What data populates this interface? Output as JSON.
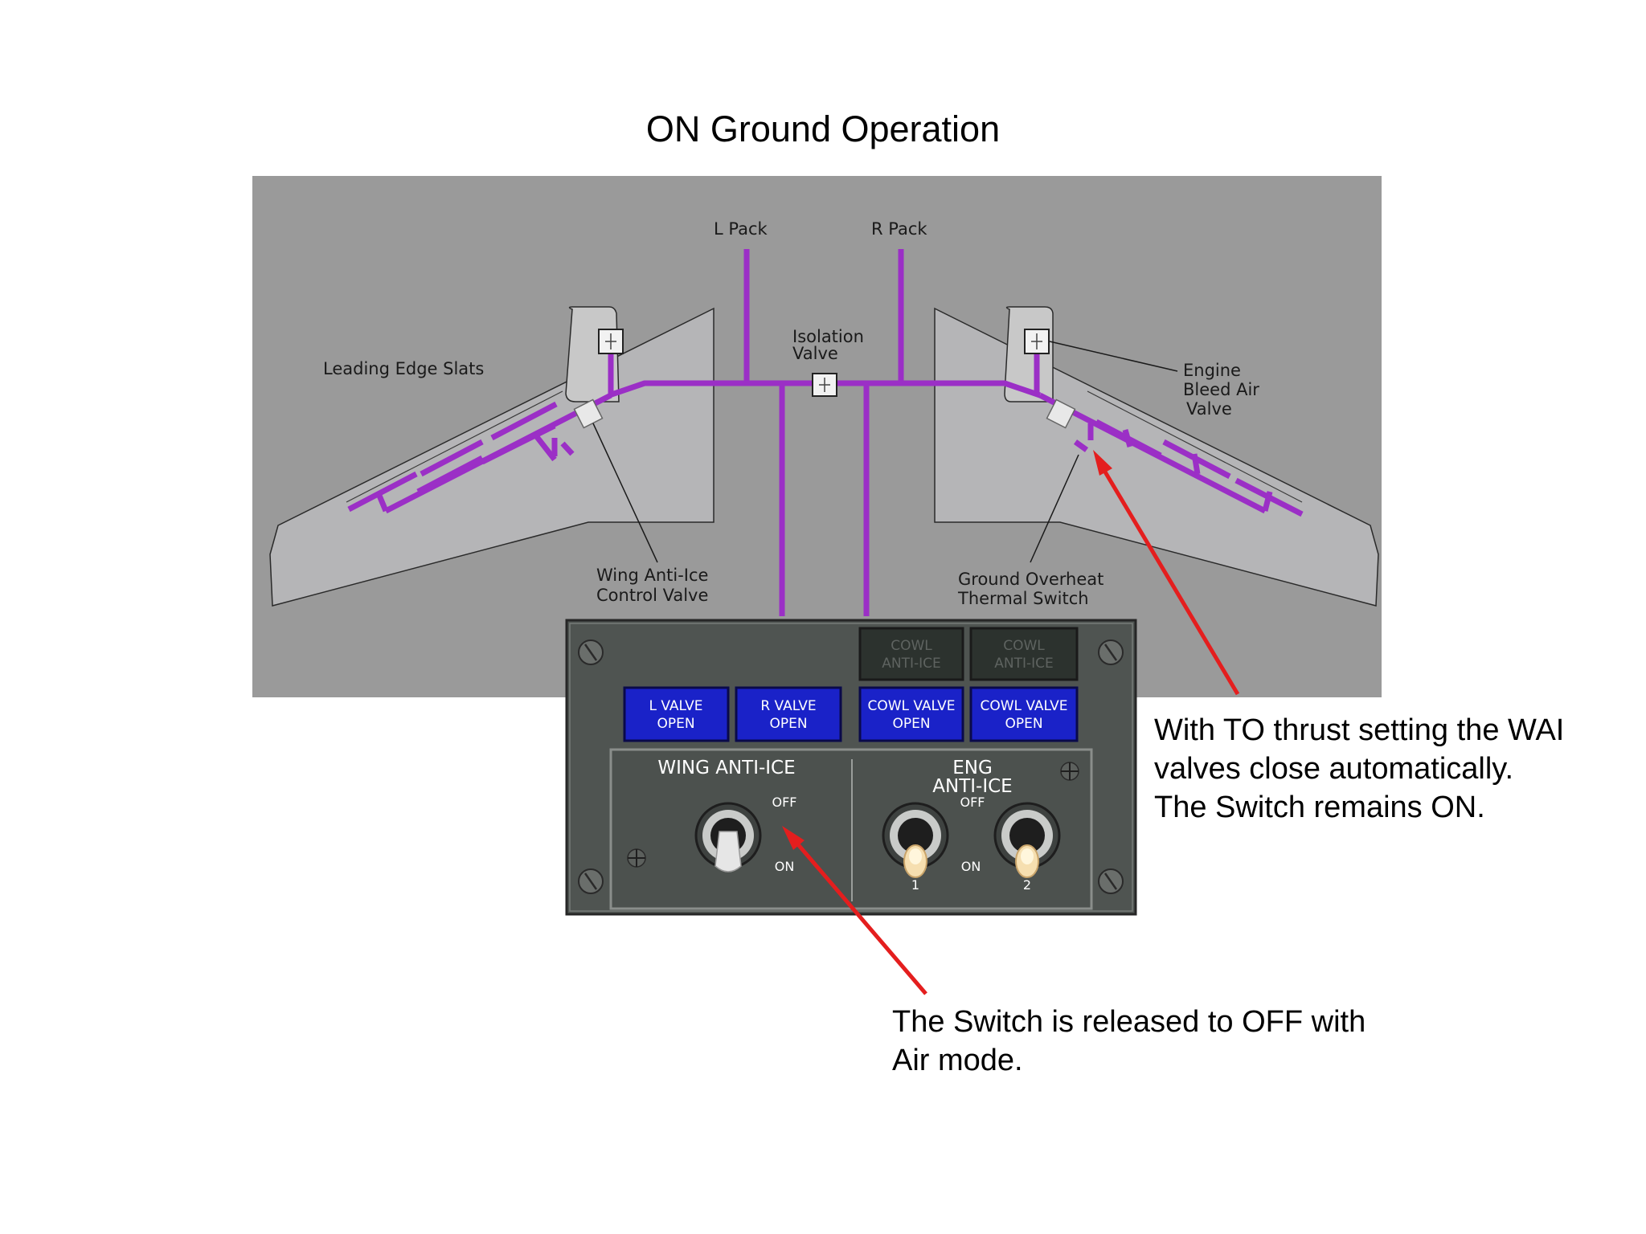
{
  "title": "ON Ground Operation",
  "diagram": {
    "labels": {
      "l_pack": "L  Pack",
      "r_pack": "R  Pack",
      "isolation_valve": [
        "Isolation",
        "Valve"
      ],
      "leading_edge_slats": "Leading Edge Slats",
      "engine_bleed_air_valve": [
        "Engine",
        "Bleed  Air",
        "Valve"
      ],
      "wing_anti_ice_control_valve": [
        "Wing Anti-Ice",
        "Control Valve"
      ],
      "ground_overheat_thermal_switch": [
        "Ground Overheat",
        "Thermal Switch"
      ]
    },
    "colors": {
      "duct": "#9b2fc6",
      "background": "#9a9a9a",
      "wing": "#b5b5b7",
      "annotation_arrow": "#e41e1e"
    }
  },
  "panel": {
    "cowl_lights_dim": [
      [
        "COWL",
        "ANTI-ICE"
      ],
      [
        "COWL",
        "ANTI-ICE"
      ]
    ],
    "valve_lights": [
      [
        "L  VALVE",
        "OPEN"
      ],
      [
        "R VALVE",
        "OPEN"
      ],
      [
        "COWL VALVE",
        "OPEN"
      ],
      [
        "COWL VALVE",
        "OPEN"
      ]
    ],
    "wing_anti_ice": {
      "title": "WING ANTI-ICE",
      "off_label": "OFF",
      "on_label": "ON"
    },
    "eng_anti_ice": {
      "title": [
        "ENG",
        "ANTI-ICE"
      ],
      "off_label": "OFF",
      "on_label": "ON",
      "switch_numbers": [
        "1",
        "2"
      ]
    }
  },
  "notes": {
    "to_thrust": [
      "With TO thrust setting the WAI",
      "valves close automatically.",
      "The Switch remains ON."
    ],
    "air_mode": [
      "The Switch is released to OFF with",
      "Air mode."
    ]
  }
}
